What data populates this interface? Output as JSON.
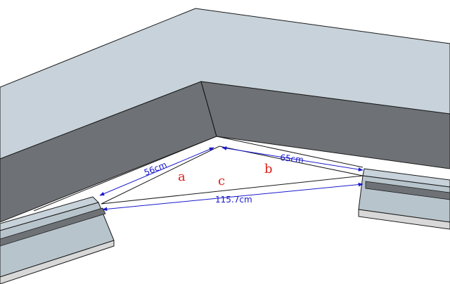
{
  "diagram": {
    "dimensions": {
      "a_length": "56cm",
      "b_length": "65cm",
      "c_length": "115.7cm"
    },
    "variables": {
      "a": "a",
      "b": "b",
      "c": "c"
    },
    "colors": {
      "dimension": "#1a1acc",
      "variable": "#e0201a",
      "top_face": "#c7d2da",
      "front_face": "#6e7276",
      "outline": "#1a1a1a"
    }
  }
}
